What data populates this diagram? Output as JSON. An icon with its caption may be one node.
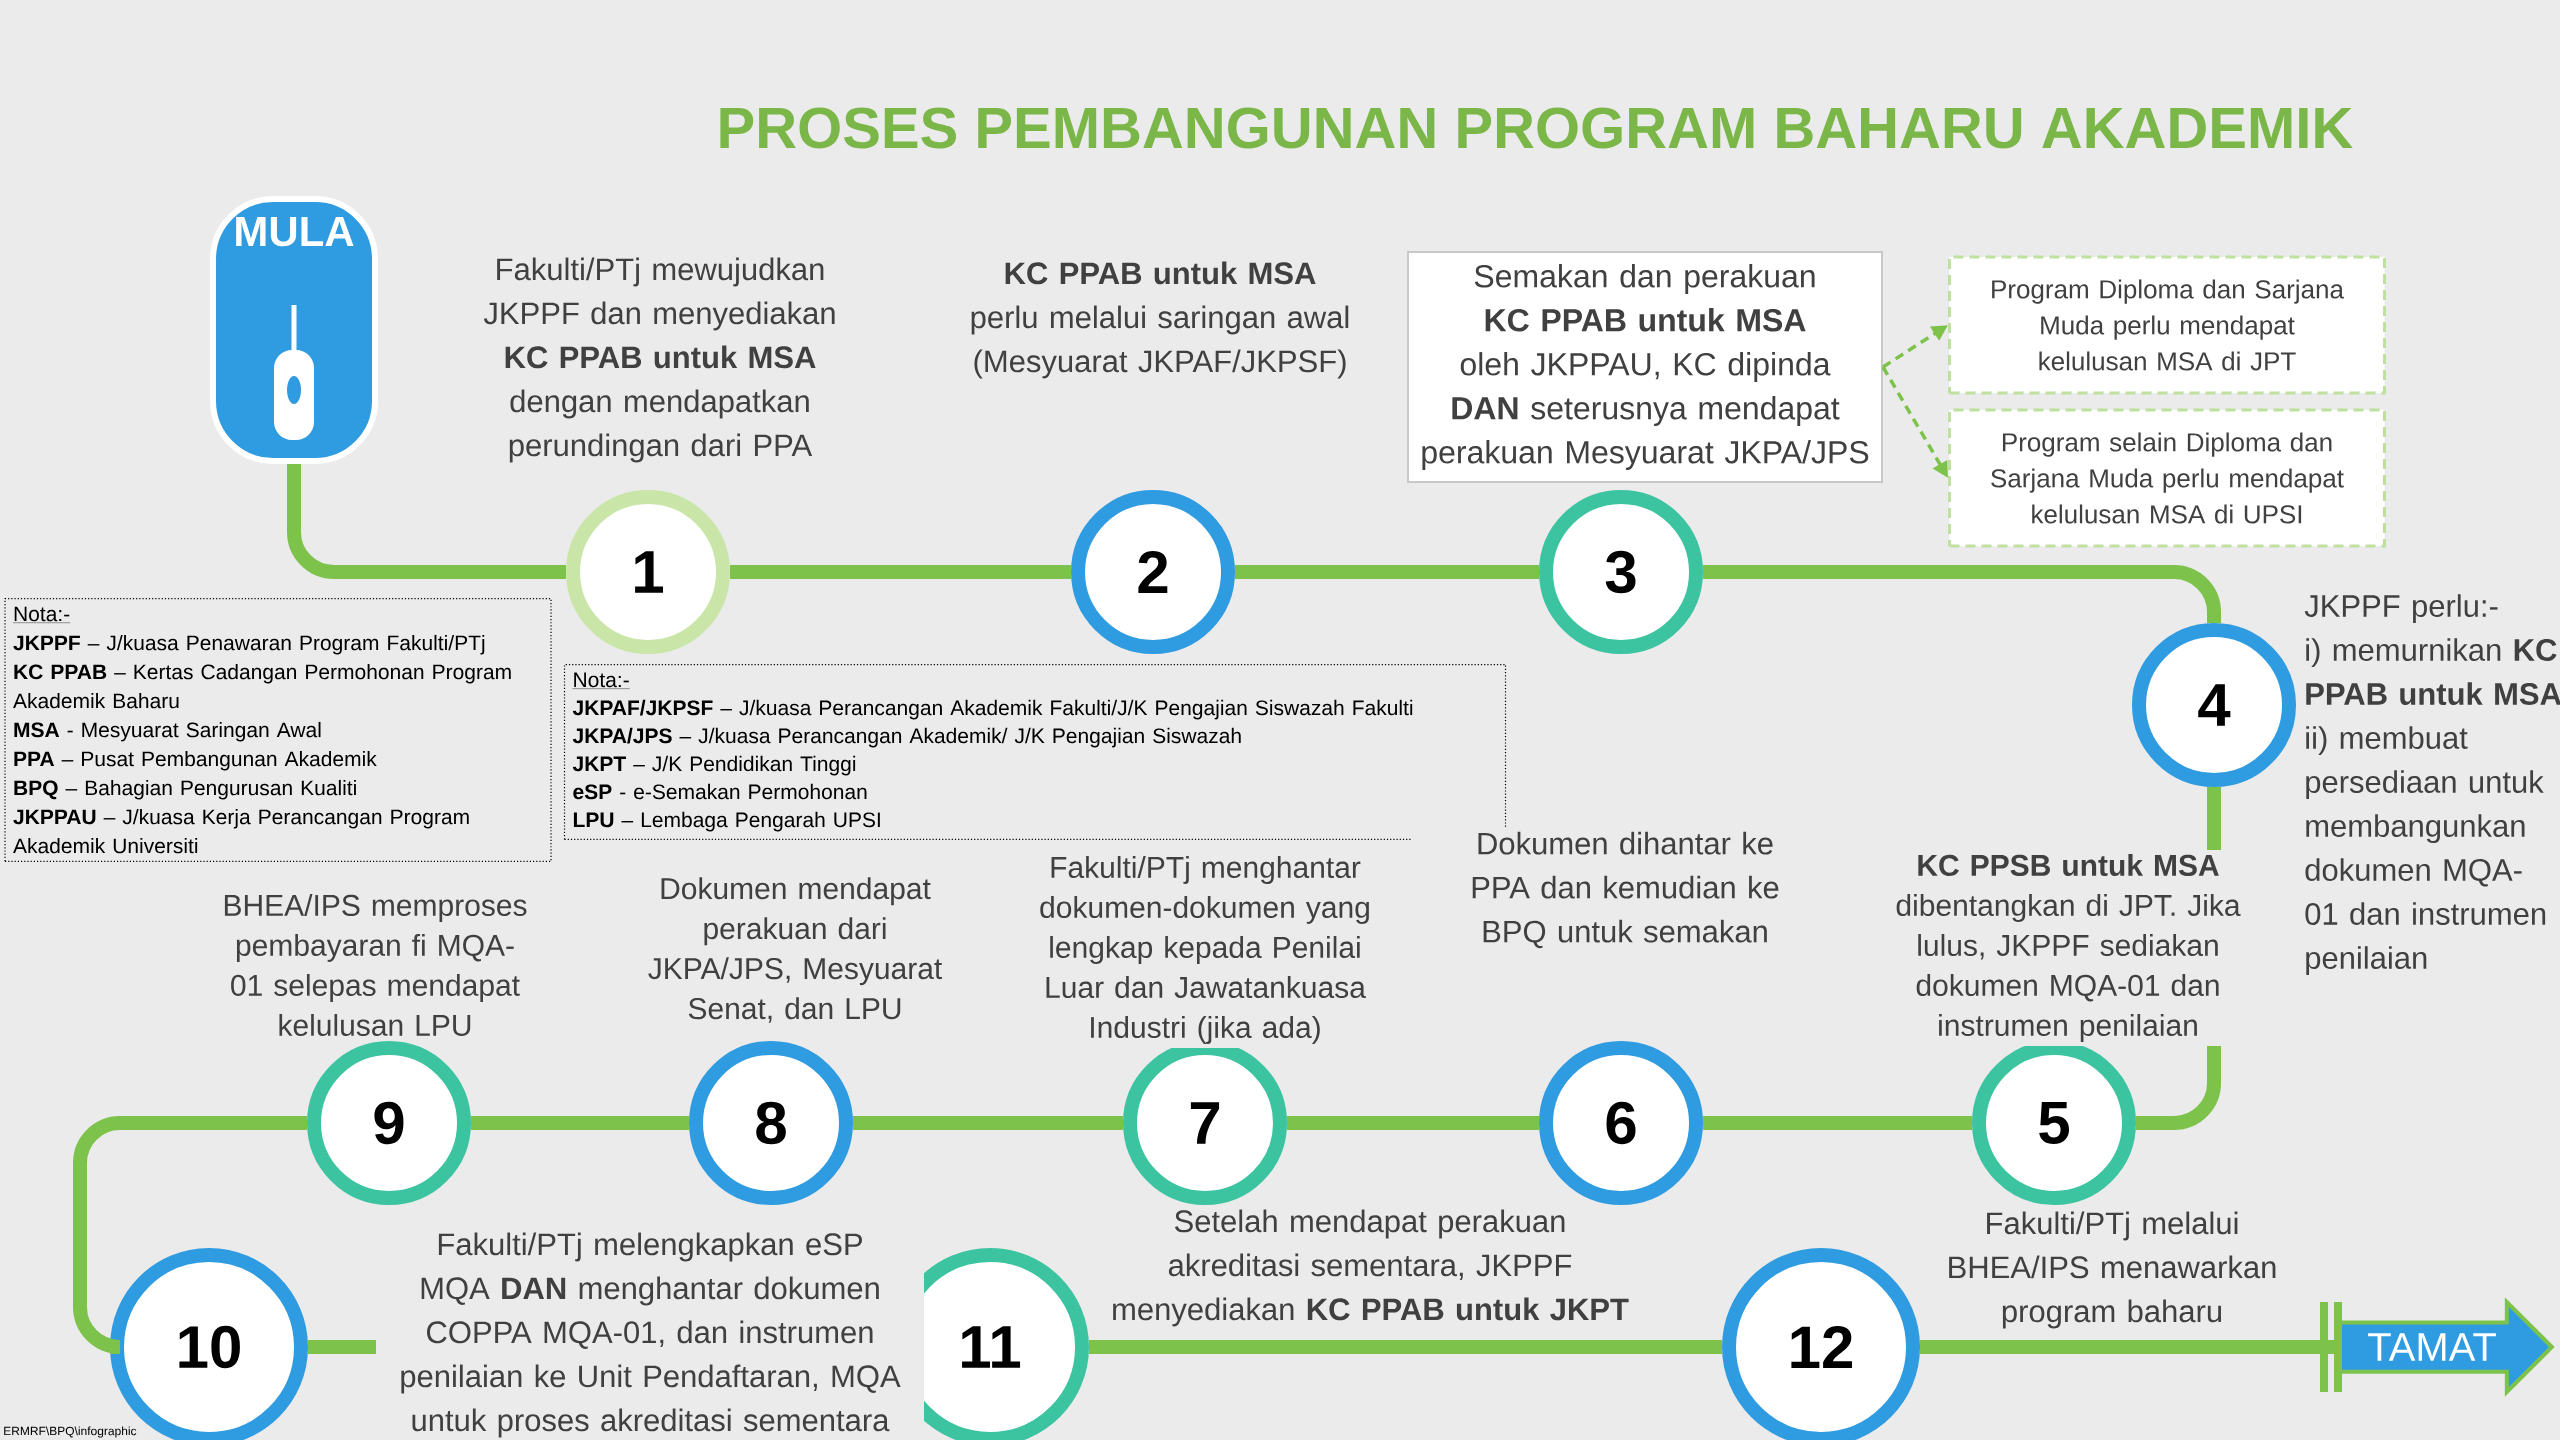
{
  "diagram": {
    "title": "PROSES PEMBANGUNAN PROGRAM BAHARU AKADEMIK",
    "nodes": [
      {
        "text": [
          "MULA"
        ]
      },
      {
        "text": [
          "1"
        ],
        "beside": [
          "Fakulti/PTj mewujudkan JKPPF dan menyediakan **KC PPAB untuk MSA** dengan mendapatkan perundingan dari PPA"
        ]
      },
      {
        "text": [
          "2"
        ]
      },
      {
        "text": [
          "3"
        ]
      },
      {
        "text": [
          "Semakan dan perakuan **KC PPAB untuk MSA** oleh JKPPAU, KC dipinda **DAN** seterusnya mendapat perakuan Mesyuarat JKPA/JPS"
        ]
      },
      {
        "text": [
          "Program Diploma dan Sarjana Muda perlu mendapat kelulusan MSA di JPT"
        ]
      },
      {
        "text": [
          "Program selain Diploma dan Sarjana Muda perlu mendapat kelulusan MSA di UPSI"
        ]
      },
      {
        "text": [
          "4"
        ],
        "beside": [
          "JKPPF perlu:-",
          "i) memurnikan **KC PPAB untuk MSA**",
          "ii) membuat persediaan untuk membangunkan dokumen MQA-01 dan instrumen penilaian"
        ]
      },
      {
        "text": [
          "5"
        ],
        "beside": [
          "**KC PPSB untuk MSA** dibentangkan di JPT. Jika lulus, JKPPF sediakan dokumen MQA-01 dan instrumen penilaian"
        ]
      },
      {
        "text": [
          "6"
        ]
      },
      {
        "text": [
          "7"
        ],
        "beside": [
          "Fakulti/PTj menghantar dokumen-dokumen yang lengkap kepada Penilai Luar dan Jawatankuasa Industri (jika ada)"
        ]
      },
      {
        "text": [
          "8"
        ],
        "beside": [
          "Dokumen mendapat perakuan dari JKPA/JPS, Mesyuarat Senat, dan LPU"
        ]
      },
      {
        "text": [
          "9"
        ],
        "beside": [
          "BHEA/IPS memproses pembayaran fi MQA-01 selepas mendapat kelulusan LPU"
        ]
      },
      {
        "text": [
          "10"
        ]
      },
      {
        "text": [
          "11"
        ]
      },
      {
        "text": [
          "12"
        ]
      },
      {
        "text": [
          "TAMAT"
        ]
      },
      {
        "text": [
          "Nota:-",
          "**JKPPF** – J/kuasa Penawaran Program Fakulti/PTj",
          "**KC PPAB** – Kertas Cadangan Permohonan Program Akademik Baharu",
          "**MSA** - Mesyuarat Saringan Awal",
          "**PPA** – Pusat Pembangunan Akademik",
          "**BPQ** – Bahagian Pengurusan Kualiti",
          "**JKPPAU** – J/kuasa Kerja Perancangan Program Akademik Universiti"
        ]
      },
      {
        "text": [
          "Nota:-",
          "**JKPAF/JKPSF** – J/kuasa Perancangan Akademik Fakulti/J/K Pengajian Siswazah Fakulti",
          "**JKPA/JPS** – J/kuasa Perancangan Akademik/ J/K Pengajian Siswazah",
          "**JKPT** – J/K Pendidikan Tinggi",
          "**eSP** - e-Semakan Permohonan",
          "**LPU** – Lembaga Pengarah UPSI"
        ]
      }
    ],
    "edges": [
      {
        "from": 0,
        "to": 1,
        "arrow": "none"
      },
      {
        "from": 1,
        "to": 2,
        "arrow": "none"
      },
      {
        "from": 2,
        "to": 3,
        "arrow": "none"
      },
      {
        "from": 3,
        "to": 7,
        "arrow": "none"
      },
      {
        "from": 7,
        "to": 8,
        "arrow": "none"
      },
      {
        "from": 8,
        "to": 9,
        "arrow": "none"
      },
      {
        "from": 9,
        "to": 10,
        "arrow": "none"
      },
      {
        "from": 10,
        "to": 11,
        "arrow": "none"
      },
      {
        "from": 11,
        "to": 12,
        "arrow": "none"
      },
      {
        "from": 12,
        "to": 13,
        "arrow": "none"
      },
      {
        "from": 13,
        "to": 14,
        "arrow": "none"
      },
      {
        "from": 14,
        "to": 15,
        "arrow": "none"
      },
      {
        "from": 15,
        "to": 16,
        "arrow": "none"
      },
      {
        "from": 4,
        "to": 5,
        "arrow": "to",
        "style": "dashed"
      },
      {
        "from": 4,
        "to": 6,
        "arrow": "to",
        "style": "dashed"
      }
    ],
    "labels": [
      "**KC PPAB untuk MSA** perlu melalui saringan awal (Mesyuarat JKPAF/JKPSF)",
      "Dokumen dihantar ke PPA dan kemudian ke BPQ untuk semakan",
      "Fakulti/PTj melengkapkan eSP MQA **DAN** menghantar dokumen COPPA MQA-01, dan instrumen penilaian ke Unit Pendaftaran, MQA untuk proses akreditasi sementara",
      "Setelah mendapat perakuan akreditasi sementara, JKPPF menyediakan **KC PPAB untuk JKPT**",
      "Fakulti/PTj melalui BHEA/IPS menawarkan program baharu",
      "ERMRF\\BPQ\\infographic"
    ]
  }
}
